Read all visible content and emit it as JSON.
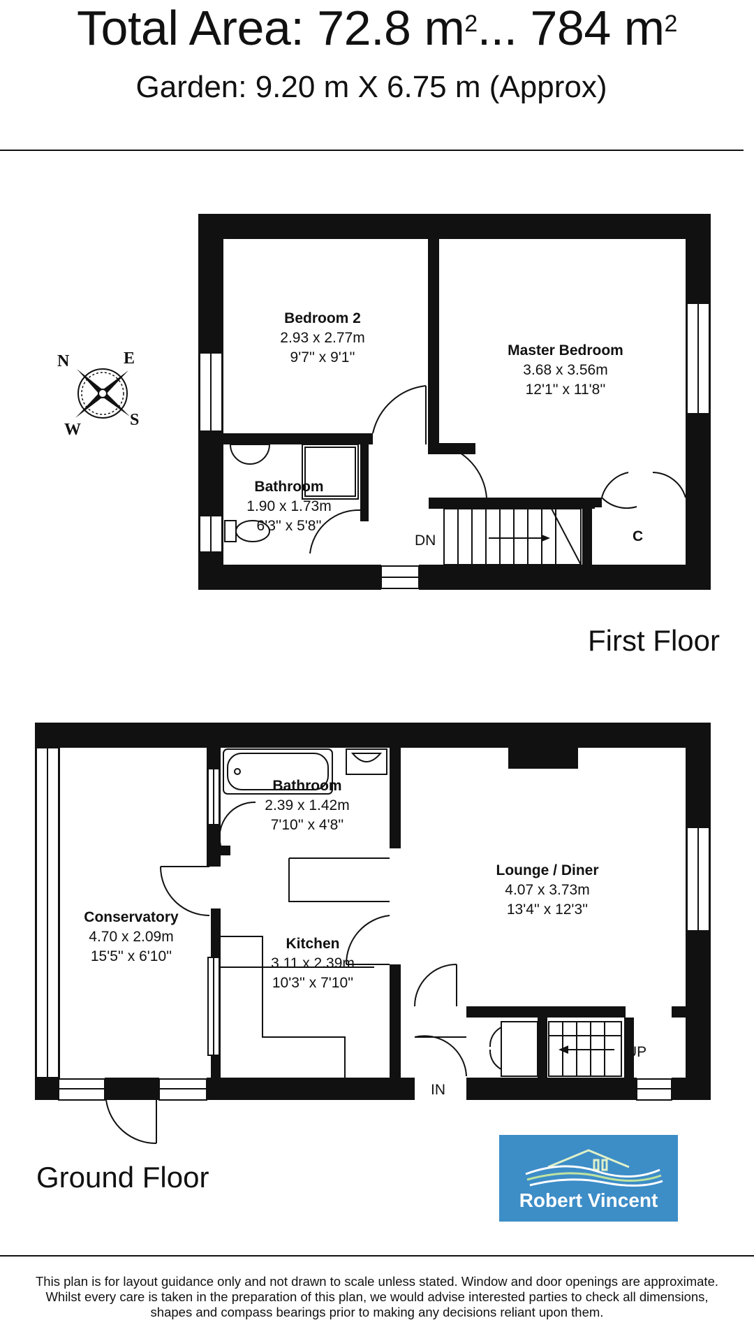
{
  "header": {
    "total_area_prefix": "Total Area: 72.8 m",
    "total_area_mid": "... 784 m",
    "area_superscript": "2",
    "garden": "Garden: 9.20 m X 6.75 m (Approx)"
  },
  "first_floor": {
    "label": "First Floor",
    "rooms": [
      {
        "name": "Bedroom 2",
        "metric": "2.93 x 2.77m",
        "imperial": "9'7'' x 9'1''"
      },
      {
        "name": "Master Bedroom",
        "metric": "3.68 x 3.56m",
        "imperial": "12'1'' x 11'8''"
      },
      {
        "name": "Bathroom",
        "metric": "1.90 x 1.73m",
        "imperial": "6'3'' x 5'8''"
      }
    ],
    "cupboard": "C",
    "stairs_label": "DN"
  },
  "ground_floor": {
    "label": "Ground Floor",
    "rooms": [
      {
        "name": "Bathroom",
        "metric": "2.39 x 1.42m",
        "imperial": "7'10'' x 4'8''"
      },
      {
        "name": "Lounge / Diner",
        "metric": "4.07 x 3.73m",
        "imperial": "13'4'' x 12'3''"
      },
      {
        "name": "Conservatory",
        "metric": "4.70 x 2.09m",
        "imperial": "15'5'' x 6'10''"
      },
      {
        "name": "Kitchen",
        "metric": "3.11 x 2.39m",
        "imperial": "10'3'' x 7'10''"
      }
    ],
    "entrance_label": "IN",
    "stairs_label": "UP"
  },
  "compass": {
    "n": "N",
    "e": "E",
    "s": "S",
    "w": "W"
  },
  "logo": {
    "text": "Robert Vincent",
    "bg_color": "#3d8dc7",
    "icon": "house-waves-icon"
  },
  "disclaimer": [
    "This plan is for layout guidance only and not drawn to scale unless stated. Window and door openings are approximate.",
    "Whilst every care is taken in the preparation of this plan, we would advise interested parties to check all dimensions,",
    "shapes and compass bearings prior to making any decisions reliant upon them."
  ]
}
